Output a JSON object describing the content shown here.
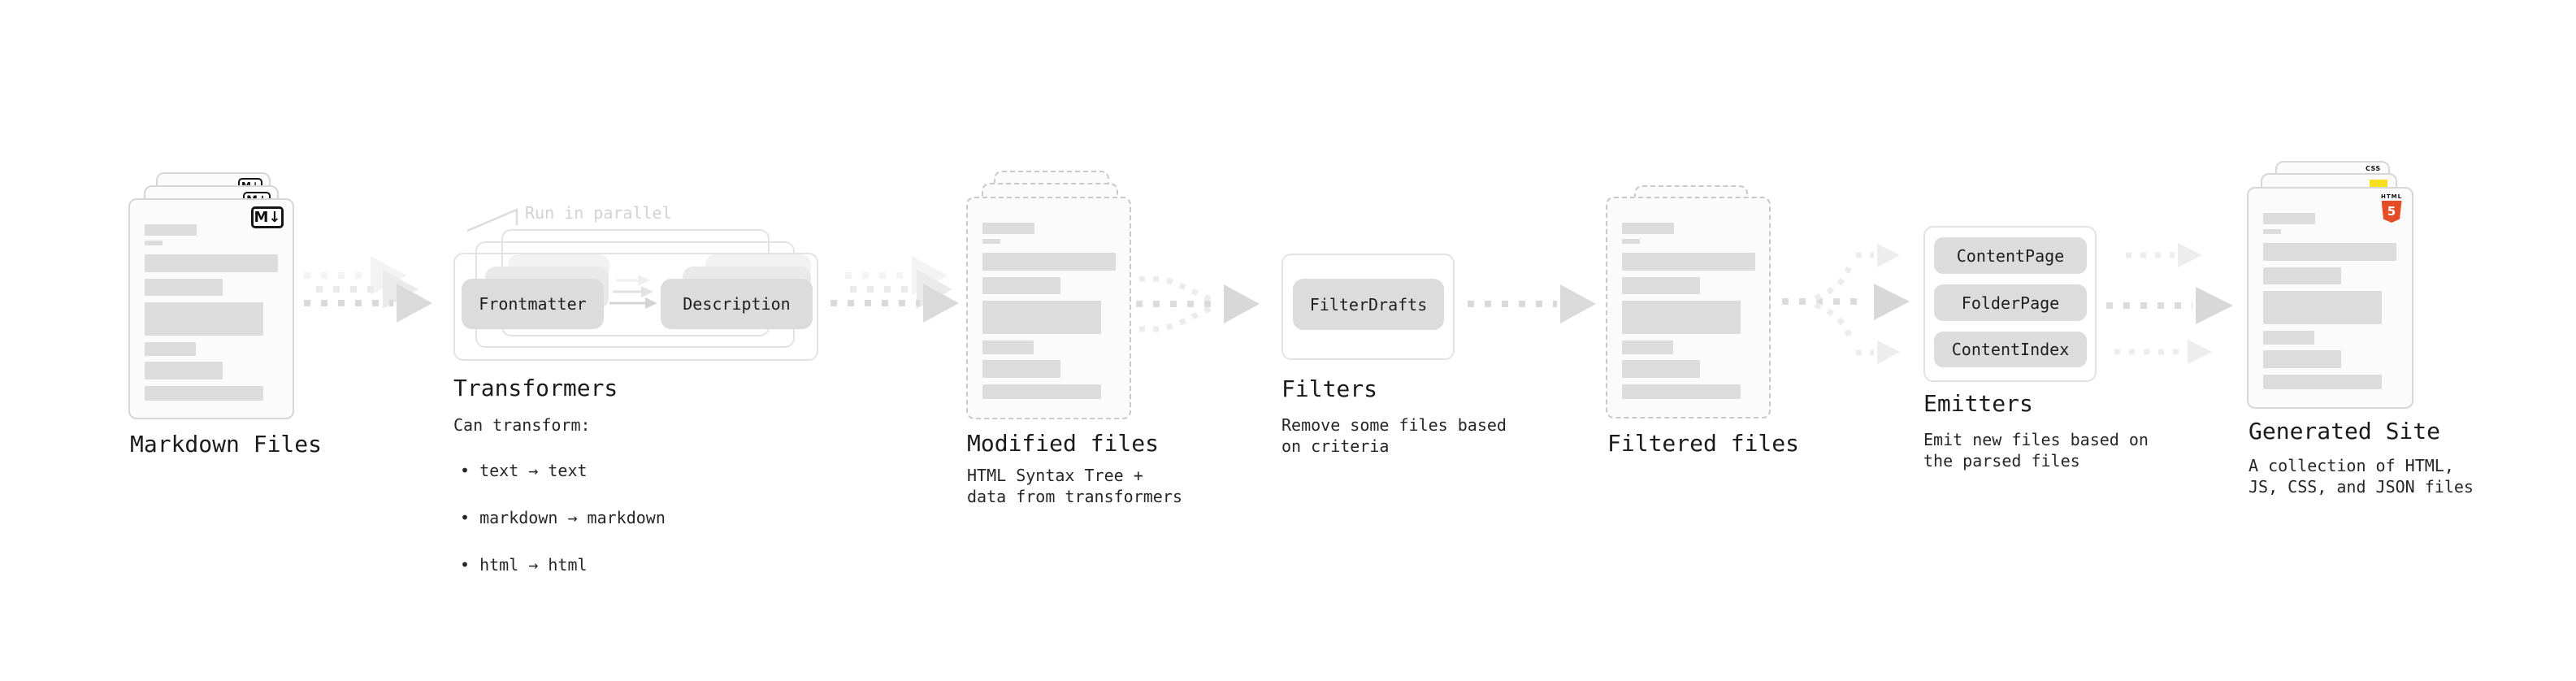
{
  "diagram": {
    "stages": {
      "markdown": {
        "label": "Markdown Files"
      },
      "transformers": {
        "label": "Transformers",
        "note": "Run in parallel",
        "subtitle": "Can transform:",
        "bullets": [
          "• text → text",
          "• markdown → markdown",
          "• html → html"
        ],
        "boxes": [
          "Frontmatter",
          "Description"
        ]
      },
      "modified": {
        "label": "Modified files",
        "desc": "HTML Syntax Tree +\ndata from transformers"
      },
      "filters": {
        "label": "Filters",
        "desc": "Remove some files based\non criteria",
        "boxes": [
          "FilterDrafts"
        ]
      },
      "filtered": {
        "label": "Filtered files"
      },
      "emitters": {
        "label": "Emitters",
        "desc": "Emit new files based on\nthe parsed files",
        "boxes": [
          "ContentPage",
          "FolderPage",
          "ContentIndex"
        ]
      },
      "generated": {
        "label": "Generated Site",
        "desc": "A collection of HTML,\nJS, CSS, and JSON files"
      }
    },
    "icons": {
      "markdown": "M↓",
      "css": "CSS",
      "html5_word": "HTML",
      "html5_number": "5"
    },
    "colors": {
      "html5_orange": "#e44d26",
      "js_yellow": "#f7df1e",
      "css_blue": "#2965f1",
      "arrow_gray": "#dcdcdc",
      "arrow_ghost_gray": "#ededed",
      "placeholder_gray": "#dcdcdc",
      "text_dark": "#1b1b1b",
      "note_gray": "#d2d2d2"
    }
  }
}
